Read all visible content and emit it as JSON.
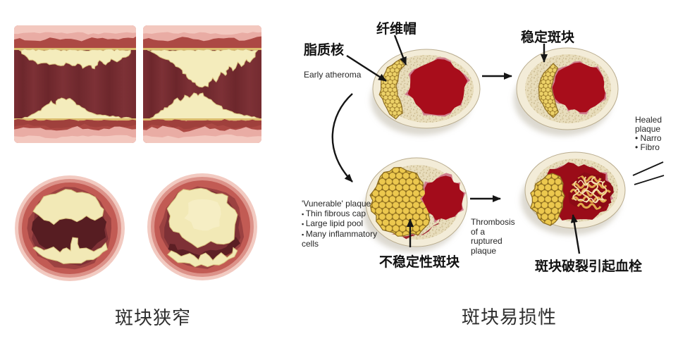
{
  "left_figure": {
    "caption": "斑块狭窄"
  },
  "right_figure": {
    "caption": "斑块易损性",
    "lipid_core_label": "脂质核",
    "fibrous_cap_label": "纤维帽",
    "stable_plaque_label": "稳定斑块",
    "early_atheroma_label": "Early atheroma",
    "vulnerable": {
      "title": "'Vunerable' plaque",
      "points": [
        "Thin fibrous cap",
        "Large lipid pool",
        "Many inflammatory cells"
      ]
    },
    "unstable_plaque_label": "不稳定性斑块",
    "thrombosis_label": "Thrombosis of a ruptured plaque",
    "rupture_label": "斑块破裂引起血栓",
    "healed": {
      "title": "Healed plaque",
      "points": [
        "Narro",
        "Fibro"
      ]
    }
  },
  "colors": {
    "plaque_yellow": "#f4ecbc",
    "vessel_pink": "#e9aca4",
    "wall_red": "#ac4944",
    "lumen_maroon": "#7b2d33",
    "deep_red": "#a80d1b",
    "cream_wall": "#f3ecd8",
    "lipid_gold": "#eace62",
    "ink": "#1a1a1a"
  }
}
